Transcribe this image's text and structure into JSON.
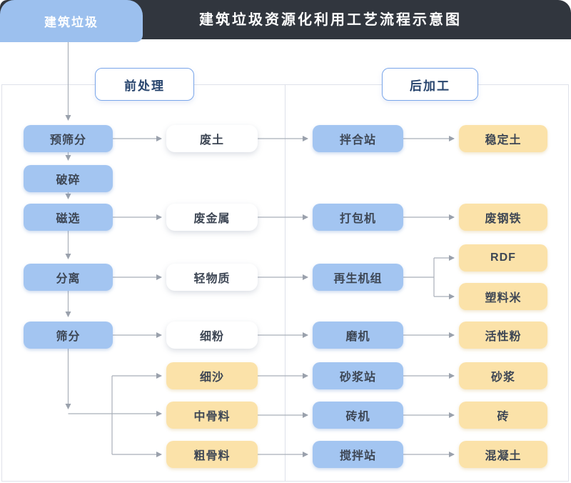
{
  "header": {
    "source_tab": "建筑垃圾",
    "title": "建筑垃圾资源化利用工艺流程示意图"
  },
  "sections": {
    "pre_processing": "前处理",
    "post_processing": "后加工"
  },
  "flow": {
    "process_steps": [
      "预筛分",
      "破碎",
      "磁选",
      "分离",
      "筛分"
    ],
    "intermediate_outputs": [
      "废土",
      "废金属",
      "轻物质",
      "细粉",
      "细沙",
      "中骨料",
      "粗骨料"
    ],
    "processing_units": [
      "拌合站",
      "打包机",
      "再生机组",
      "磨机",
      "砂浆站",
      "砖机",
      "搅拌站"
    ],
    "final_products": [
      "稳定土",
      "废钢铁",
      "RDF",
      "塑料米",
      "活性粉",
      "砂浆",
      "砖",
      "混凝土"
    ]
  },
  "colors": {
    "header_bar": "#31363e",
    "title_text": "#ffffff",
    "tab_blue": "#9cc0ee",
    "node_blue": "#a3c5f1",
    "node_yellow": "#fbe2a9",
    "node_white": "#ffffff",
    "node_text": "#3d4654",
    "section_text": "#27446d",
    "section_border": "#7aa6ea",
    "connector_line": "#a9afb9",
    "panel_border": "#dfe2ea"
  }
}
